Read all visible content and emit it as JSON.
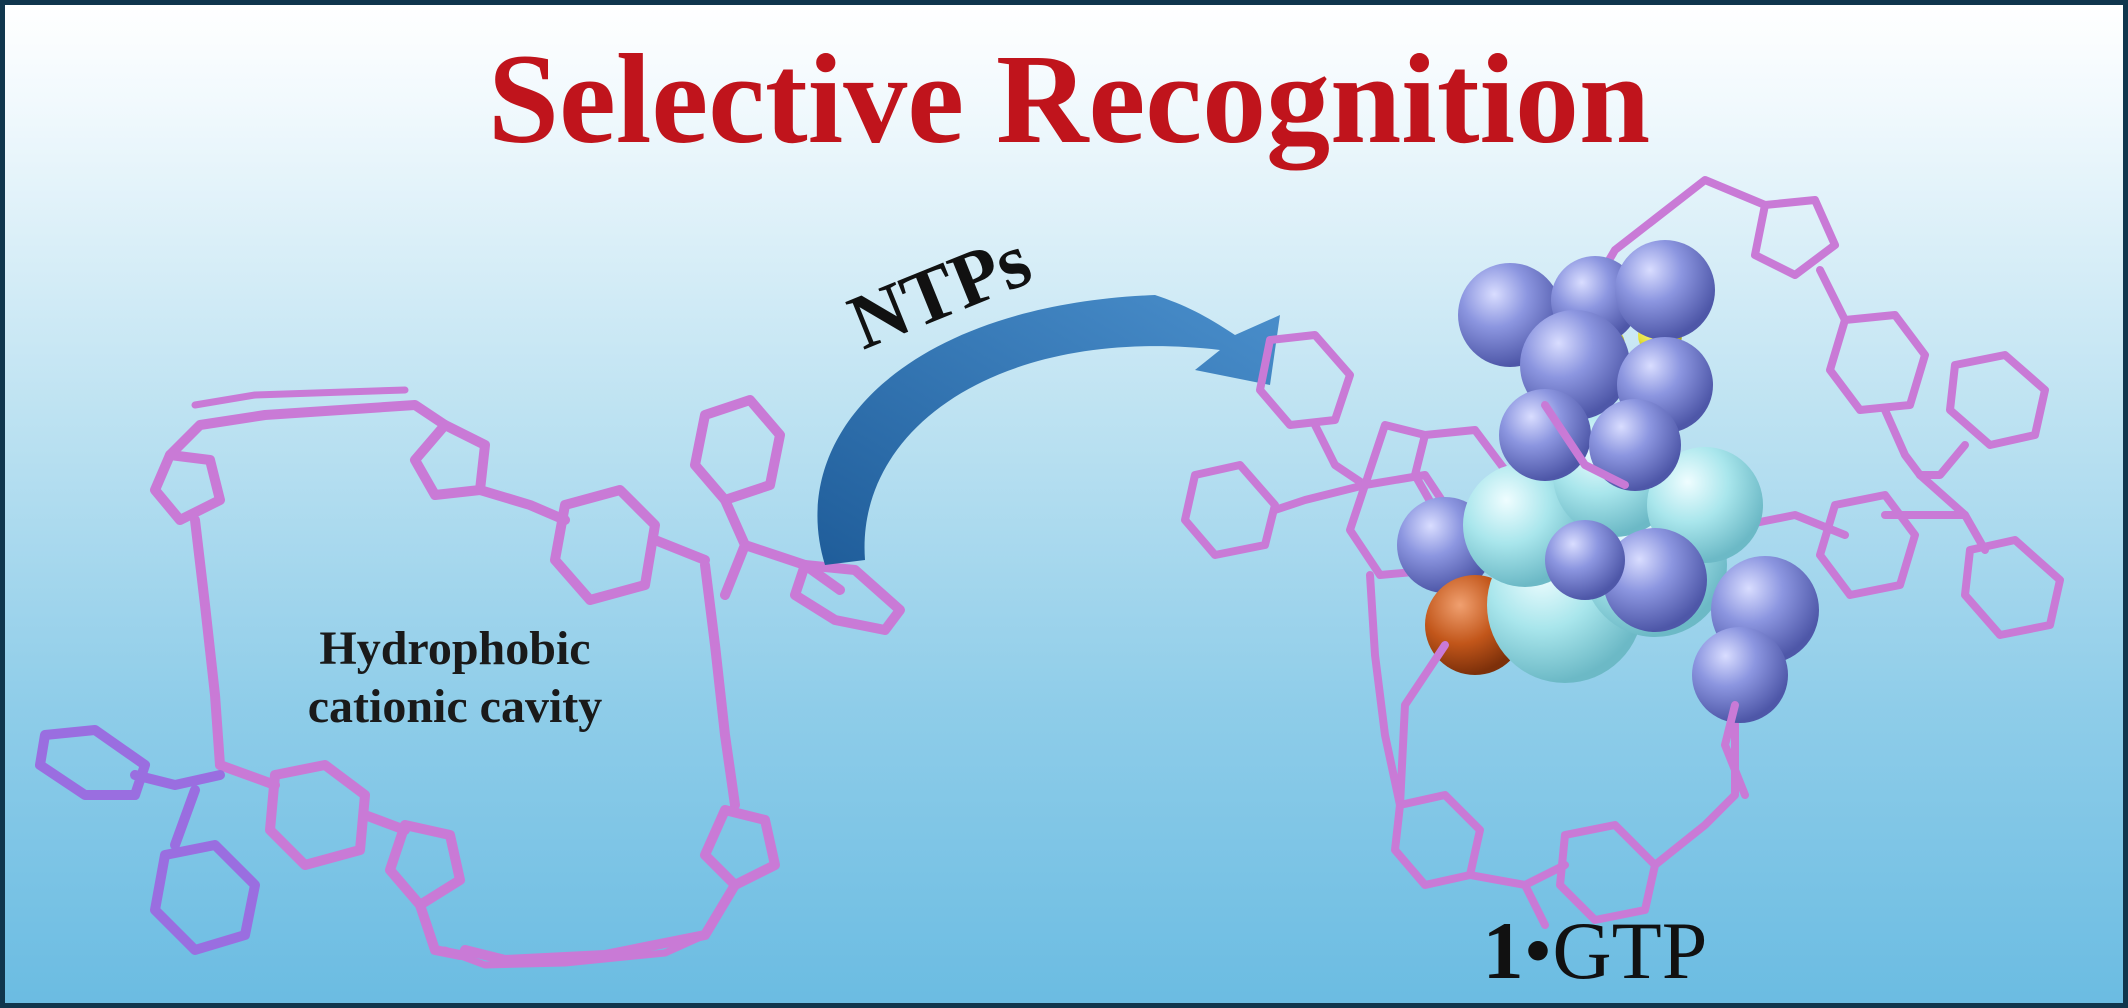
{
  "title": "Selective Recognition",
  "arrow_label": "NTPs",
  "left_structure": {
    "label_line1": "Hydrophobic",
    "label_line2": "cationic cavity"
  },
  "right_structure": {
    "label_number": "1",
    "label_sep": "•",
    "label_guest": "GTP"
  },
  "colors": {
    "title": "#c0141c",
    "framework": "#c97ad6",
    "framework_dark": "#9a6ee0",
    "arrow": "#2f6fb0",
    "sphere_blue": "#7d87d8",
    "sphere_cyan": "#a9e6ec",
    "sphere_yellow": "#e6e23a",
    "sphere_orange": "#c2561a",
    "border": "#10364d"
  }
}
